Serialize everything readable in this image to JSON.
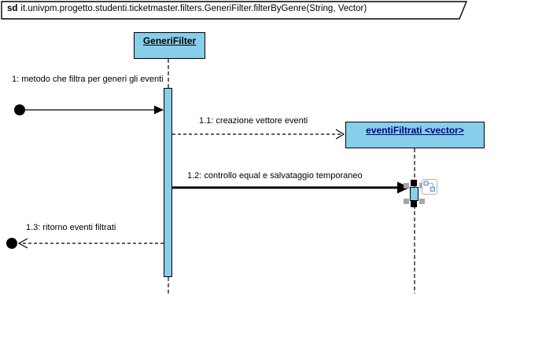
{
  "frame": {
    "keyword": "sd",
    "title": "it.univpm.progetto.studenti.ticketmaster.filters.GeneriFilter.filterByGenre(String, Vector)"
  },
  "lifelines": [
    {
      "name": "GeneriFilter"
    },
    {
      "name": "eventiFiltrati <vector>"
    }
  ],
  "messages": [
    {
      "label": "1: metodo che filtra per generi gli eventi"
    },
    {
      "label": "1.1: creazione vettore eventi"
    },
    {
      "label": "1.2: controllo equal e salvataggio temporaneo"
    },
    {
      "label": "1.3: ritorno eventi filtrati"
    }
  ],
  "colors": {
    "lifeline_fill": "#87CEEB",
    "border": "#000000",
    "linked_name_text": "#000080",
    "selection_handle": "#a6a6a6",
    "background": "#ffffff"
  }
}
